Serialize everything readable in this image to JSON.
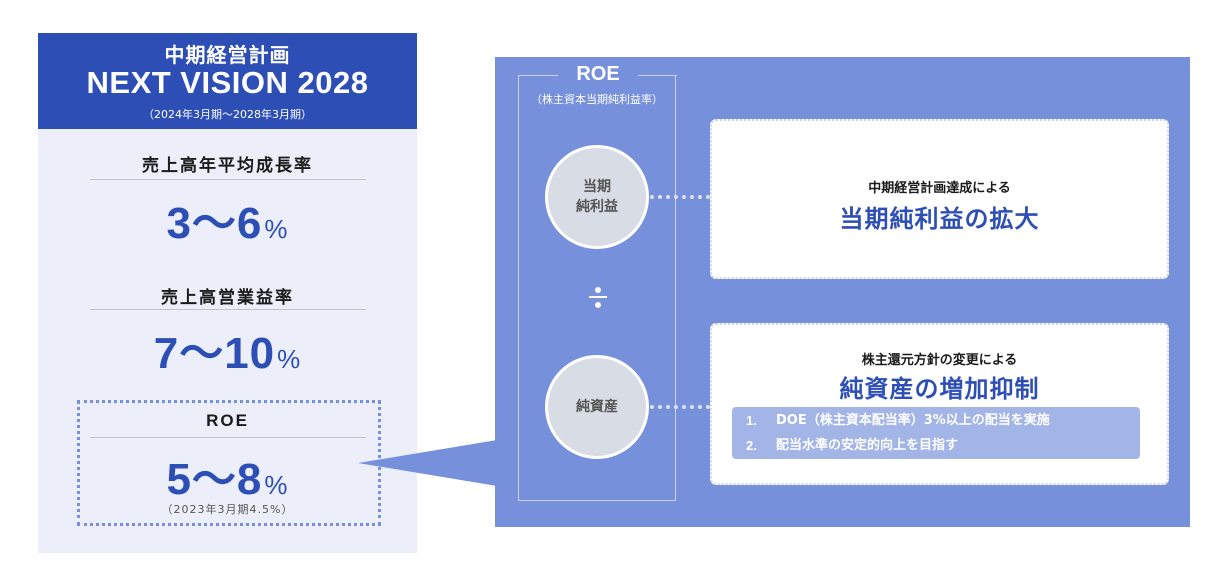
{
  "plan": {
    "title": "中期経営計画",
    "name": "NEXT VISION 2028",
    "period": "（2024年3月期～2028年3月期）"
  },
  "targets": [
    {
      "label": "売上高年平均成長率",
      "value": "3～6",
      "unit": "%"
    },
    {
      "label": "売上高営業益率",
      "value": "7～10",
      "unit": "%"
    },
    {
      "label": "ROE",
      "value": "5～8",
      "unit": "%",
      "note": "（2023年3月期4.5%）"
    }
  ],
  "roe_breakdown": {
    "title": "ROE",
    "subtitle": "（株主資本当期純利益率）",
    "numerator": {
      "line1": "当期",
      "line2": "純利益"
    },
    "operator": "÷",
    "denominator": {
      "label": "純資産"
    }
  },
  "drivers": [
    {
      "sub": "中期経営計画達成による",
      "main": "当期純利益の拡大"
    },
    {
      "sub": "株主還元方針の変更による",
      "main": "純資産の増加抑制",
      "items": [
        {
          "num": "1.",
          "text": "DOE（株主資本配当率）3%以上の配当を実施"
        },
        {
          "num": "2.",
          "text": "配当水準の安定的向上を目指す"
        }
      ]
    }
  ],
  "colors": {
    "brand_blue": "#2d4fb5",
    "panel_blue": "#7690db",
    "panel_light": "#eceff9",
    "list_bg": "#a3b4e6",
    "circle_fill": "#d8dce4"
  }
}
